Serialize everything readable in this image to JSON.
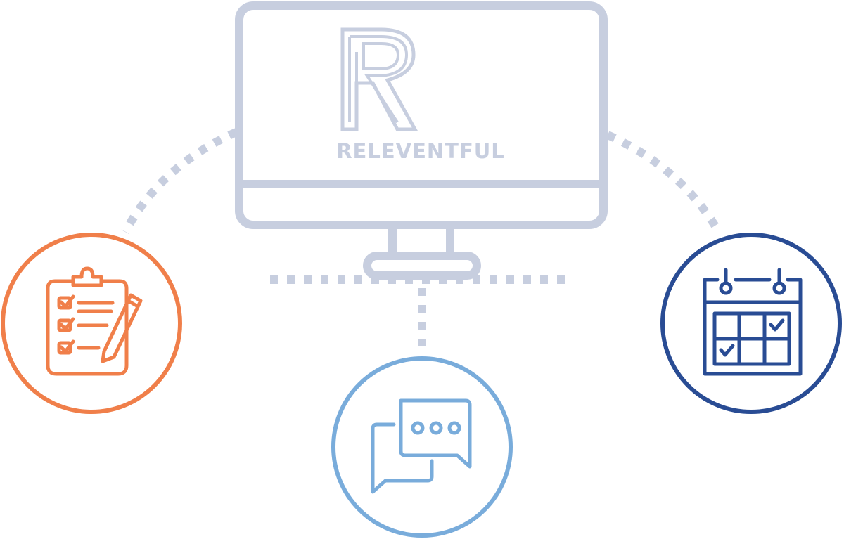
{
  "brand": {
    "name": "RELEVENTFUL",
    "monogram": "R",
    "logo_icon": "releventful-r-monogram"
  },
  "nodes": [
    {
      "id": "checklist",
      "icon": "clipboard-checklist-pencil-icon",
      "color": "#F07F4A"
    },
    {
      "id": "chat",
      "icon": "chat-bubbles-icon",
      "color": "#79ACDB"
    },
    {
      "id": "calendar",
      "icon": "calendar-check-icon",
      "color": "#294C94"
    }
  ],
  "colors": {
    "monitor": "#C7CEDF",
    "connector": "#C7CEDF",
    "checklist": "#F07F4A",
    "chat": "#79ACDB",
    "calendar": "#294C94"
  }
}
